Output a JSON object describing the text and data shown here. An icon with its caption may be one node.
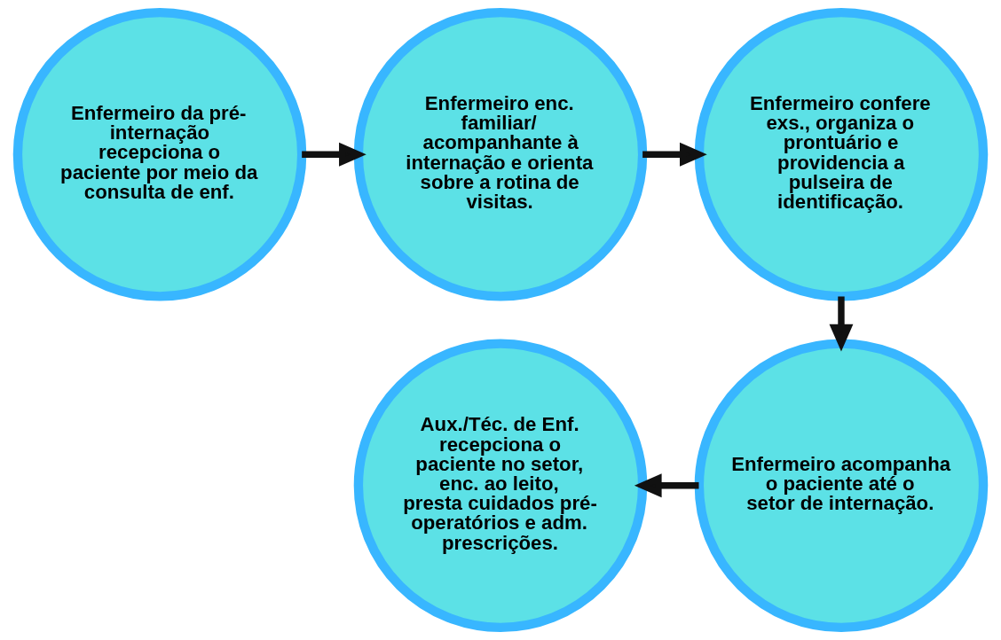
{
  "diagram": {
    "nodes": [
      {
        "text": [
          "Enfermeiro da pré-internação recepciona o paciente por meio da consulta de enf."
        ]
      },
      {
        "text": [
          "Enfermeiro enc. familiar/ acompanhante à internação e orienta sobre a rotina de visitas."
        ]
      },
      {
        "text": [
          "Enfermeiro confere exs., organiza o prontuário e providencia a pulseira de identificação."
        ]
      },
      {
        "text": [
          "Enfermeiro acompanha o paciente até o setor de internação."
        ]
      },
      {
        "text": [
          "Aux./Téc. de Enf. recepciona o paciente no setor, enc. ao leito, presta cuidados pré-operatórios e adm. prescrições."
        ]
      }
    ],
    "edges": [
      {
        "from": 0,
        "to": 1,
        "arrow": "to"
      },
      {
        "from": 1,
        "to": 2,
        "arrow": "to"
      },
      {
        "from": 2,
        "to": 3,
        "arrow": "to"
      },
      {
        "from": 3,
        "to": 4,
        "arrow": "to"
      }
    ]
  }
}
